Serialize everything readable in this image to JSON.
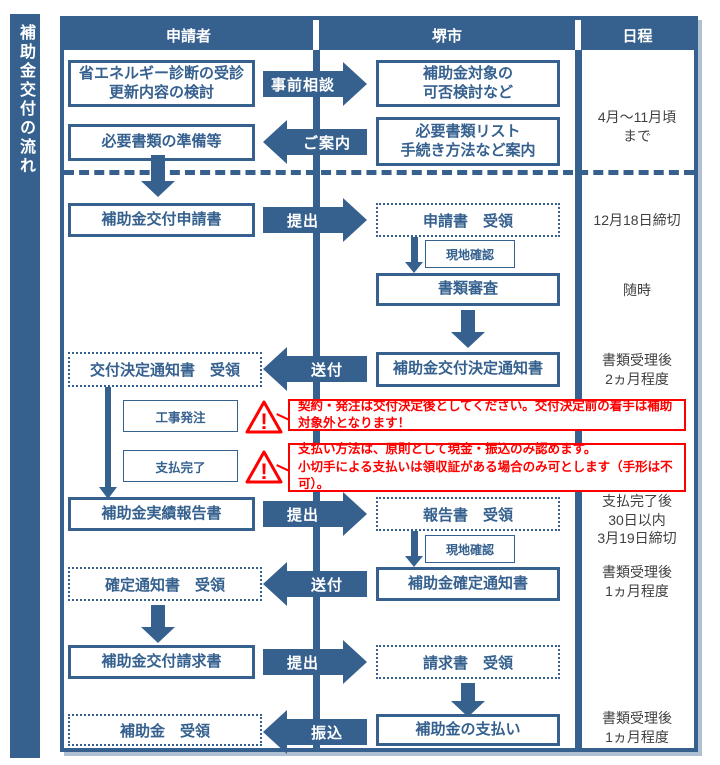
{
  "colors": {
    "accent": "#36618F",
    "warning_red": "#FF0000",
    "schedule_text": "#3F3F3F"
  },
  "sidebar": {
    "title": "補助金交付の流れ"
  },
  "header": {
    "applicant": "申請者",
    "city": "堺市",
    "schedule": "日程"
  },
  "applicant": {
    "diagnosis": "省エネルギー診断の受診\n更新内容の検討",
    "prepare": "必要書類の準備等",
    "application": "補助金交付申請書",
    "grant_notice_receive": "交付決定通知書　受領",
    "order": "工事発注",
    "pay_done": "支払完了",
    "report": "補助金実績報告書",
    "final_notice_receive": "確定通知書　受領",
    "invoice": "補助金交付請求書",
    "subsidy_receive": "補助金　受領"
  },
  "city": {
    "eligibility": "補助金対象の\n可否検討など",
    "doc_list": "必要書類リスト\n手続き方法など案内",
    "application_receive": "申請書　受領",
    "site_check_1": "現地確認",
    "doc_review": "書類審査",
    "grant_notice": "補助金交付決定通知書",
    "report_receive": "報告書　受領",
    "site_check_2": "現地確認",
    "final_notice": "補助金確定通知書",
    "invoice_receive": "請求書　受領",
    "payment": "補助金の支払い"
  },
  "arrows": {
    "pre_consult": "事前相談",
    "guide": "ご案内",
    "submit_1": "提出",
    "send_1": "送付",
    "submit_2": "提出",
    "send_2": "送付",
    "submit_3": "提出",
    "transfer": "振込"
  },
  "schedule": {
    "s1": "4月～11月頃\nまで",
    "s2": "12月18日締切",
    "s3": "随時",
    "s4": "書類受理後\n2ヵ月程度",
    "s5": "支払完了後\n30日以内\n3月19日締切",
    "s6": "書類受理後\n1ヵ月程度",
    "s7": "書類受理後\n1ヵ月程度"
  },
  "warnings": {
    "mark": "!",
    "w1": "契約・発注は交付決定後としてください。交付決定前の着手は補助対象外となります！",
    "w2": "支払い方法は、原則として現金・振込のみ認めます。\n小切手による支払いは領収証がある場合のみ可とします（手形は不可）。"
  }
}
